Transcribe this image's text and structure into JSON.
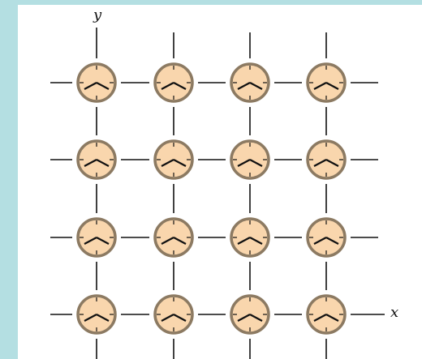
{
  "diagram": {
    "axis_labels": {
      "x": "x",
      "y": "y"
    },
    "grid": {
      "rows": 4,
      "cols": 4,
      "element": "clock-icon"
    },
    "colors": {
      "background": "#b4dfe2",
      "panel": "#ffffff",
      "clock_face": "#f9d6ad",
      "clock_rim": "#8c7a62",
      "lines": "#111111"
    }
  }
}
